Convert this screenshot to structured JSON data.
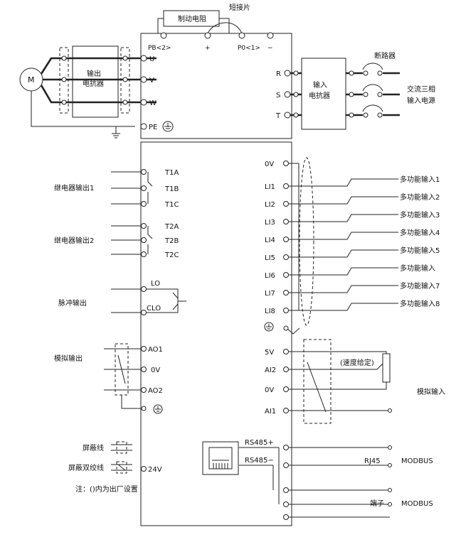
{
  "top": {
    "brake_resistor": "制动电阻",
    "short_piece": "短接片",
    "pb_terminal": "PB<2>",
    "plus_terminal": "+",
    "p0_terminal": "P0<1>",
    "minus_terminal": "−"
  },
  "motor": {
    "label": "M",
    "reactor_line1": "输出",
    "reactor_line2": "电抗器",
    "outputs": [
      "U",
      "V",
      "W"
    ],
    "pe": "PE"
  },
  "input": {
    "breaker": "断路器",
    "reactor_line1": "输入",
    "reactor_line2": "电抗器",
    "terminals": [
      "R",
      "S",
      "T"
    ],
    "power_line1": "交流三相",
    "power_line2": "输入电源"
  },
  "left": {
    "relay1_terminals": [
      "T1A",
      "T1B",
      "T1C"
    ],
    "relay1_label": "继电器输出1",
    "relay2_terminals": [
      "T2A",
      "T2B",
      "T2C"
    ],
    "relay2_label": "继电器输出2",
    "pulse_terminals": [
      "LO",
      "CLO"
    ],
    "pulse_label": "脉冲输出",
    "analog_terminals": [
      "AO1",
      "0V",
      "AO2"
    ],
    "analog_label": "模拟输出",
    "shield_legend": "屏蔽线",
    "twisted_legend": "屏蔽双绞线",
    "v24": "24V",
    "note": "注：()内为出厂设置"
  },
  "right": {
    "di_terminals": [
      "0V",
      "LI1",
      "LI2",
      "LI3",
      "LI4",
      "LI5",
      "LI6",
      "LI7",
      "LI8"
    ],
    "di_labels": [
      "多功能输入1",
      "多功能输入2",
      "多功能输入3",
      "多功能输入4",
      "多功能输入5",
      "多功能输入",
      "多功能输入7",
      "多功能输入8"
    ],
    "ai_terminals": [
      "5V",
      "AI2",
      "0V",
      "AI1"
    ],
    "speed_setting": "(速度给定)",
    "analog_input": "模拟输入",
    "rs485_plus": "RS485+",
    "rs485_minus": "RS485−",
    "modbus1": "MODBUS",
    "rj45": "RJ45",
    "modbus2": "MODBUS",
    "terminal_word": "端子"
  }
}
